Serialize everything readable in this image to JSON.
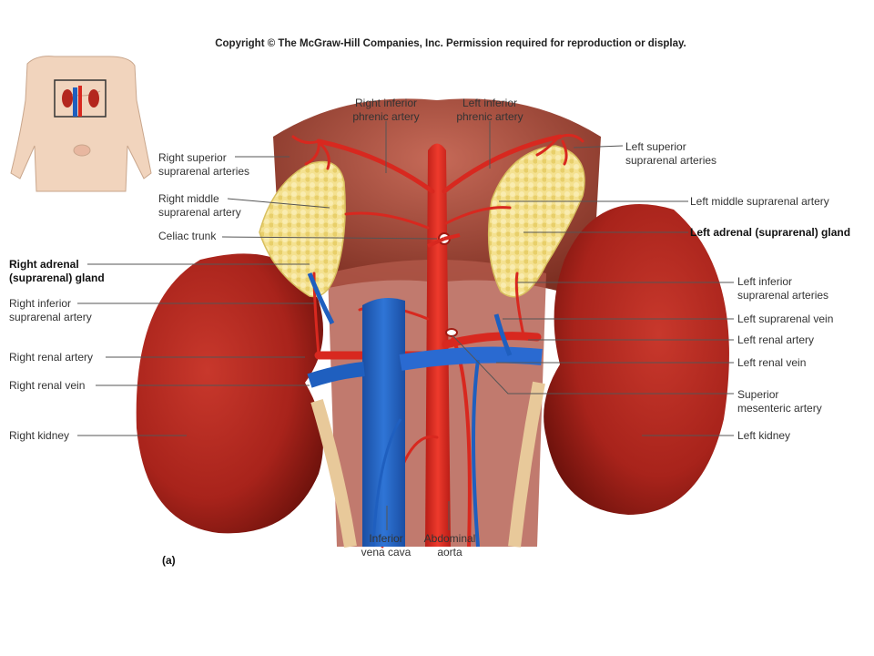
{
  "copyright": "Copyright © The McGraw-Hill Companies, Inc. Permission required for reproduction or display.",
  "panel_label": "(a)",
  "labels": {
    "right_inferior_phrenic": [
      "Right inferior",
      "phrenic artery"
    ],
    "left_inferior_phrenic": [
      "Left inferior",
      "phrenic artery"
    ],
    "right_superior_suprarenal": [
      "Right superior",
      "suprarenal arteries"
    ],
    "left_superior_suprarenal": [
      "Left superior",
      "suprarenal arteries"
    ],
    "right_middle_suprarenal": [
      "Right middle",
      "suprarenal artery"
    ],
    "left_middle_suprarenal": [
      "Left middle suprarenal artery"
    ],
    "celiac_trunk": [
      "Celiac trunk"
    ],
    "left_adrenal_gland": [
      "Left adrenal (suprarenal) gland"
    ],
    "right_adrenal_gland": [
      "Right adrenal",
      "(suprarenal) gland"
    ],
    "left_inferior_suprarenal": [
      "Left inferior",
      "suprarenal arteries"
    ],
    "right_inferior_suprarenal": [
      "Right inferior",
      "suprarenal artery"
    ],
    "left_suprarenal_vein": [
      "Left suprarenal vein"
    ],
    "right_renal_artery": [
      "Right renal artery"
    ],
    "left_renal_artery": [
      "Left renal artery"
    ],
    "left_renal_vein": [
      "Left renal vein"
    ],
    "right_renal_vein": [
      "Right renal vein"
    ],
    "superior_mesenteric": [
      "Superior",
      "mesenteric artery"
    ],
    "right_kidney": [
      "Right kidney"
    ],
    "left_kidney": [
      "Left kidney"
    ],
    "inferior_vena_cava": [
      "Inferior",
      "vena cava"
    ],
    "abdominal_aorta": [
      "Abdominal",
      "aorta"
    ]
  },
  "colors": {
    "kidney": "#b3261e",
    "kidney_dark": "#7a150f",
    "adrenal": "#f3e08a",
    "artery": "#d8281f",
    "vein": "#1f5fbf",
    "ureter": "#e8c99a",
    "muscle": "#a8493a",
    "leader": "#555555"
  }
}
